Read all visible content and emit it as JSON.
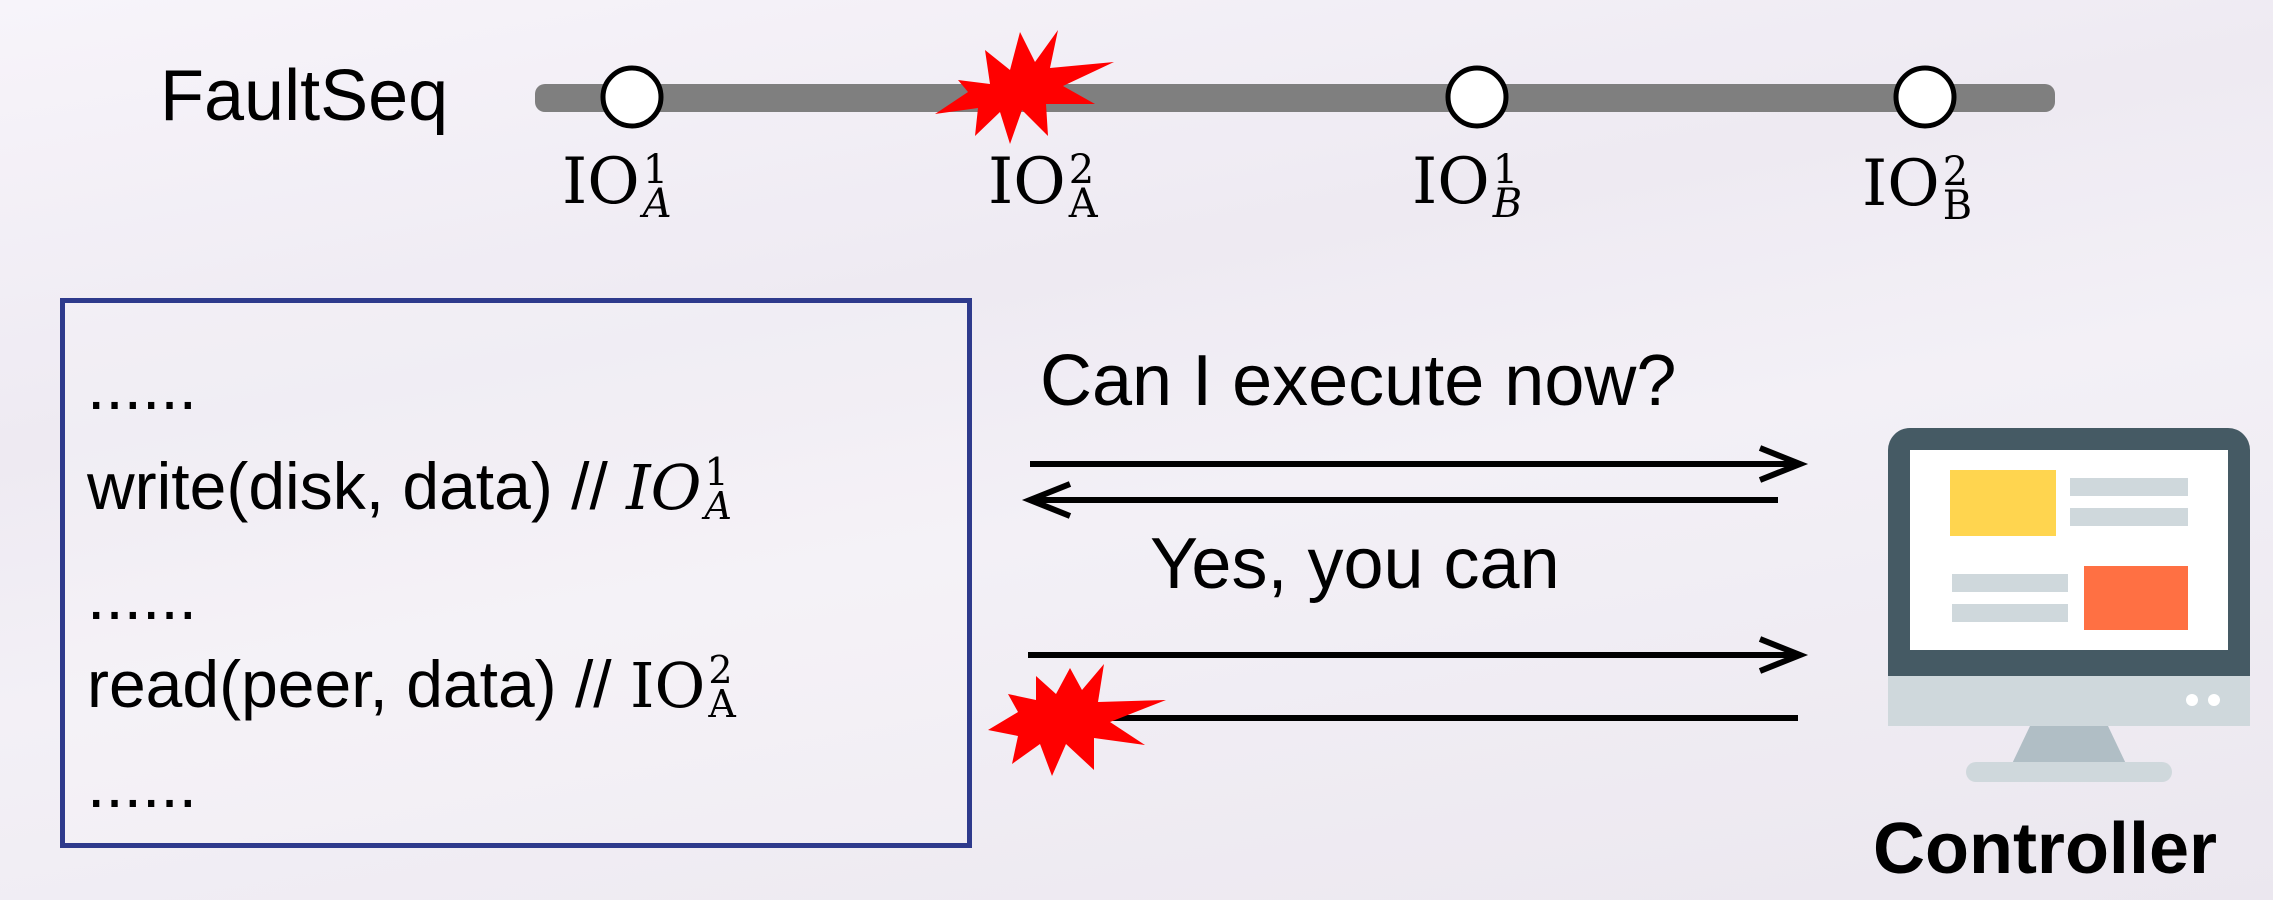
{
  "fault_sequence": {
    "label": "FaultSeq",
    "points": [
      {
        "base": "IO",
        "sup": "1",
        "sub": "A",
        "faulted": false
      },
      {
        "base": "IO",
        "sup": "2",
        "sub": "A",
        "faulted": true
      },
      {
        "base": "IO",
        "sup": "1",
        "sub": "B",
        "faulted": false
      },
      {
        "base": "IO",
        "sup": "2",
        "sub": "B",
        "faulted": false
      }
    ]
  },
  "code": {
    "lines": [
      {
        "text": "......"
      },
      {
        "text": "write(disk, data) // ",
        "io_base": "IO",
        "io_sup": "1",
        "io_sub": "A"
      },
      {
        "text": "......"
      },
      {
        "text": "read(peer, data) // ",
        "io_base": "IO",
        "io_sup": "2",
        "io_sub": "A"
      },
      {
        "text": "......"
      }
    ]
  },
  "messages": {
    "request": "Can I execute now?",
    "reply": "Yes, you can"
  },
  "controller": {
    "label": "Controller",
    "icon": "monitor-icon"
  },
  "colors": {
    "timeline": "#7f7f7f",
    "fault": "#ff0000",
    "box_border": "#2e3a8c",
    "monitor_frame": "#455a64",
    "monitor_stand": "#cfd8dc",
    "tile_yellow": "#ffd54f",
    "tile_red": "#ff7043",
    "bar_gray": "#cfd8dc"
  }
}
